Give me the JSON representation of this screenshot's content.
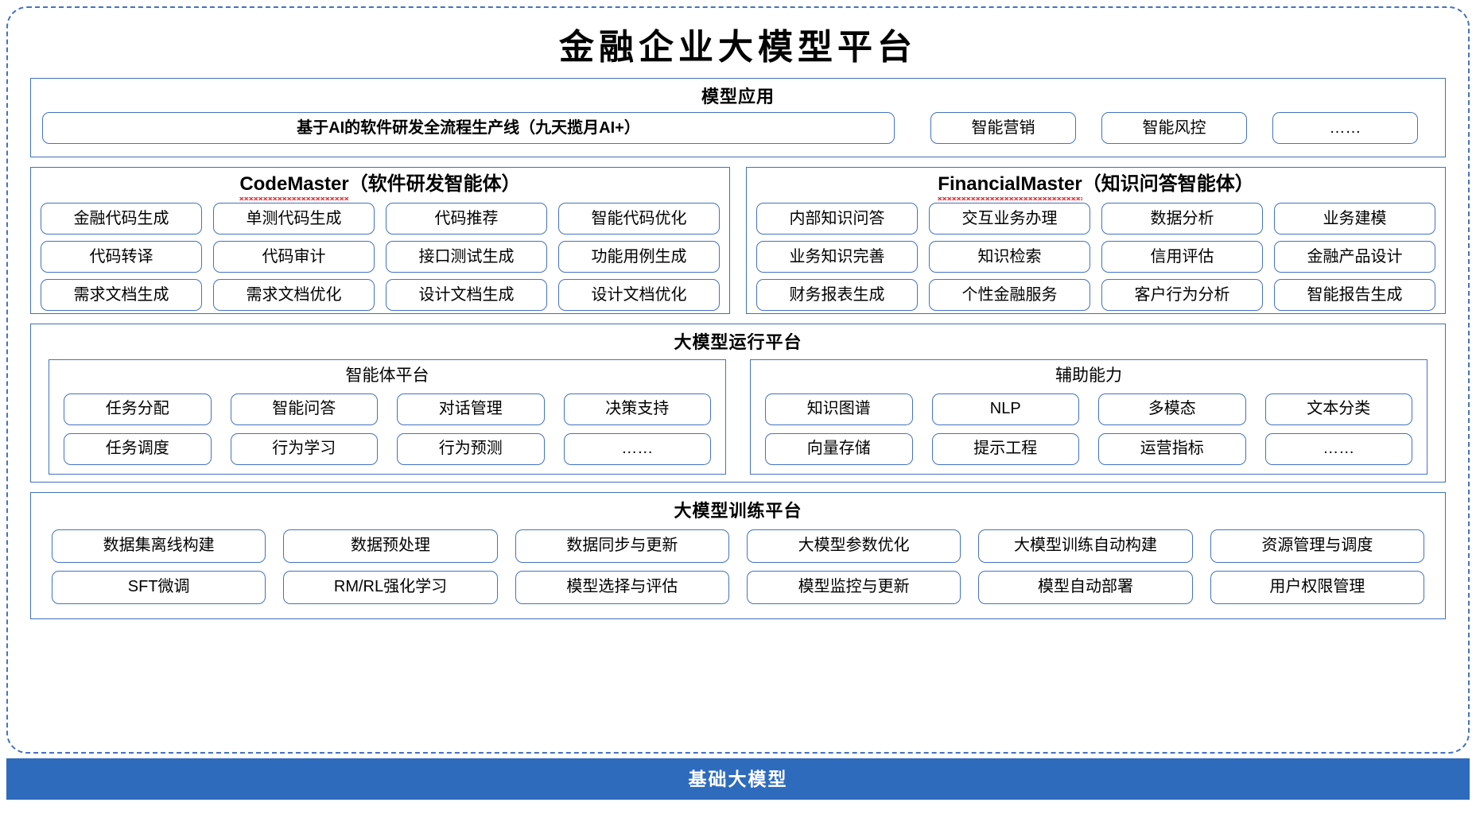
{
  "diagram": {
    "title": "金融企业大模型平台",
    "accent_color": "#4472c4",
    "panel_border_color": "#3f72b5",
    "base_bar_color": "#2e6bbd",
    "spellcheck_underline_color": "#e8373a"
  },
  "model_applications": {
    "title": "模型应用",
    "hero": "基于AI的软件研发全流程生产线（九天揽月AI+）",
    "items": [
      "智能营销",
      "智能风控",
      "……"
    ]
  },
  "code_master": {
    "title_latin": "CodeMaster",
    "title_cn": "（软件研发智能体）",
    "items": [
      "金融代码生成",
      "单测代码生成",
      "代码推荐",
      "智能代码优化",
      "代码转译",
      "代码审计",
      "接口测试生成",
      "功能用例生成",
      "需求文档生成",
      "需求文档优化",
      "设计文档生成",
      "设计文档优化"
    ]
  },
  "financial_master": {
    "title_latin": "FinancialMaster",
    "title_cn": "（知识问答智能体）",
    "items": [
      "内部知识问答",
      "交互业务办理",
      "数据分析",
      "业务建模",
      "业务知识完善",
      "知识检索",
      "信用评估",
      "金融产品设计",
      "财务报表生成",
      "个性金融服务",
      "客户行为分析",
      "智能报告生成"
    ]
  },
  "runtime_platform": {
    "title": "大模型运行平台",
    "agent_platform": {
      "title": "智能体平台",
      "items": [
        "任务分配",
        "智能问答",
        "对话管理",
        "决策支持",
        "任务调度",
        "行为学习",
        "行为预测",
        "……"
      ]
    },
    "auxiliary_capability": {
      "title": "辅助能力",
      "items": [
        "知识图谱",
        "NLP",
        "多模态",
        "文本分类",
        "向量存储",
        "提示工程",
        "运营指标",
        "……"
      ]
    }
  },
  "training_platform": {
    "title": "大模型训练平台",
    "items": [
      "数据集离线构建",
      "数据预处理",
      "数据同步与更新",
      "大模型参数优化",
      "大模型训练自动构建",
      "资源管理与调度",
      "SFT微调",
      "RM/RL强化学习",
      "模型选择与评估",
      "模型监控与更新",
      "模型自动部署",
      "用户权限管理"
    ]
  },
  "base_model_bar": {
    "label": "基础大模型"
  }
}
